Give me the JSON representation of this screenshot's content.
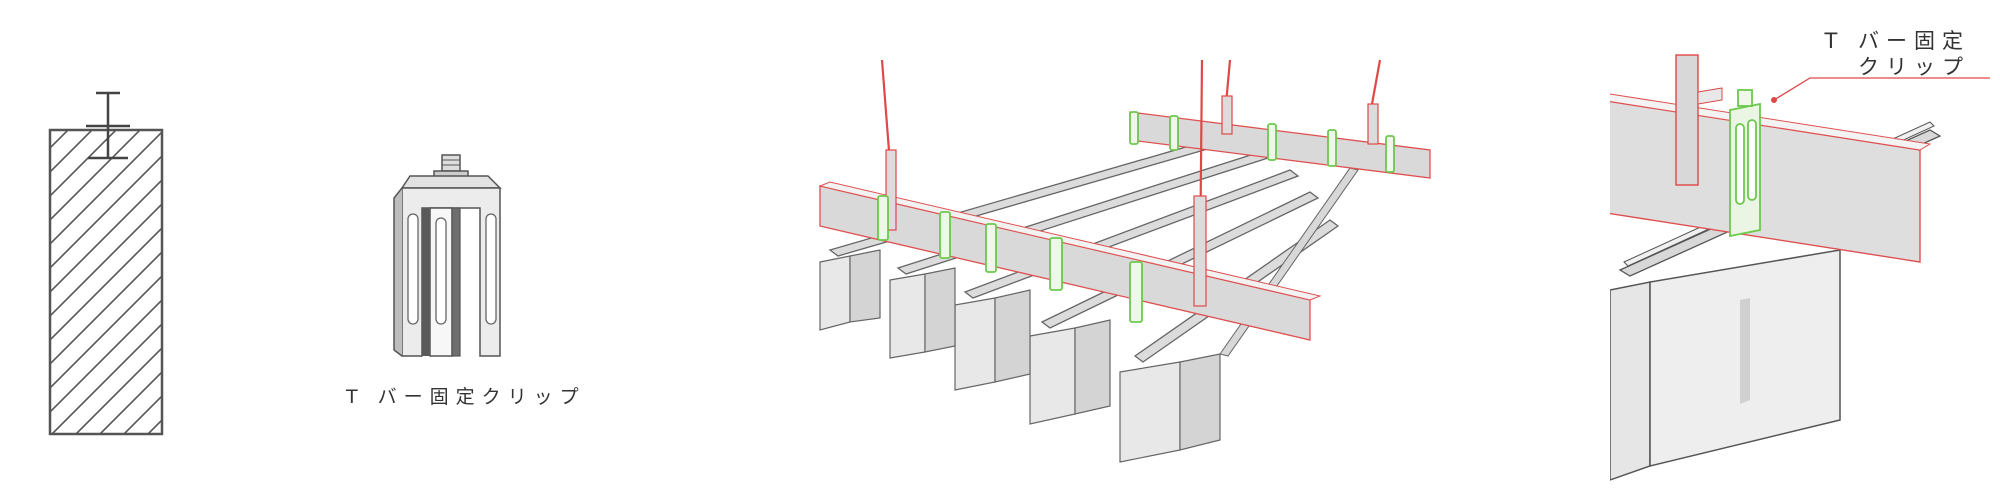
{
  "clip_caption": "T バー固定クリップ",
  "callout": {
    "line1": "T バー固定",
    "line2": "クリップ"
  },
  "colors": {
    "hanger_red": "#e04848",
    "clip_green": "#6cc94c",
    "outline": "#555555",
    "panel_fill": "#e6e6e6",
    "hatch": "#555555"
  }
}
